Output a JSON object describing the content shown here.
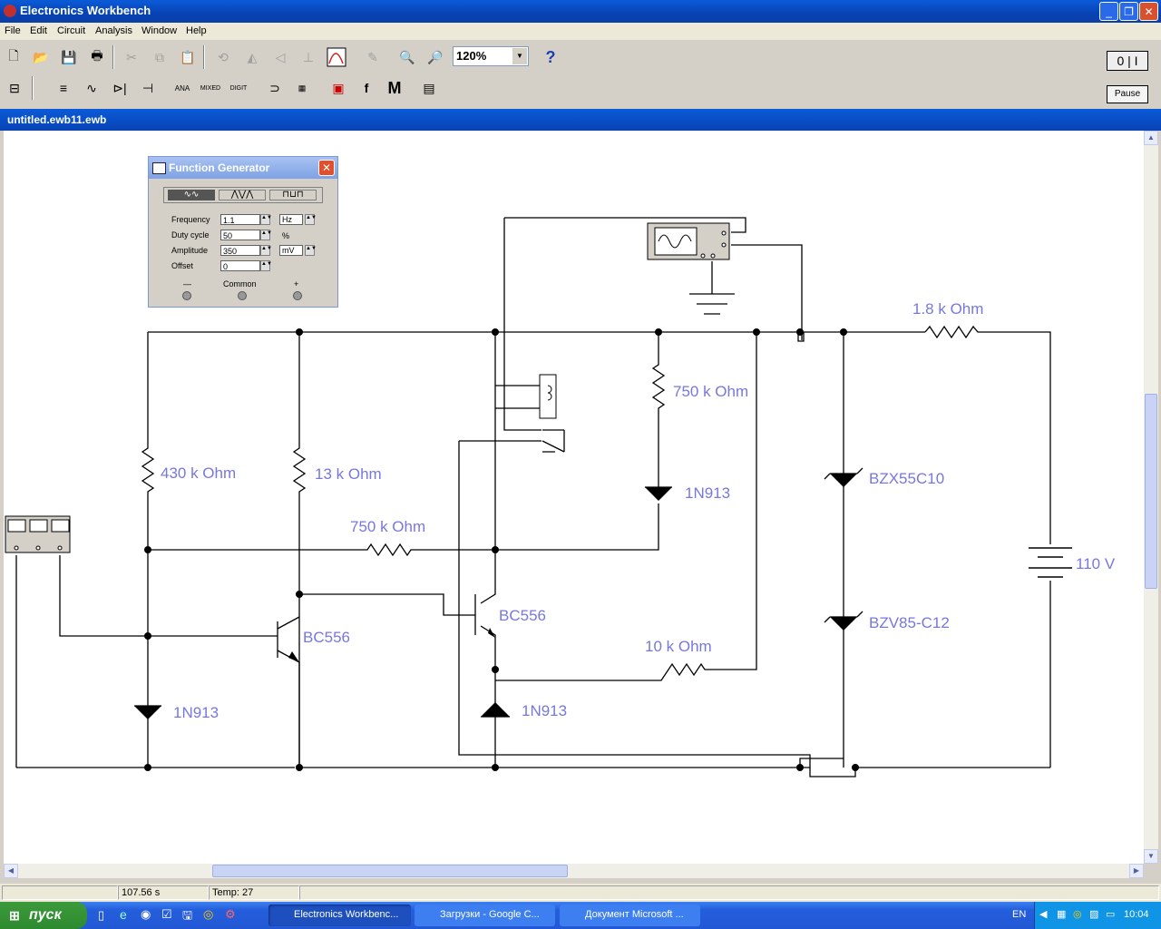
{
  "app": {
    "title": "Electronics Workbench"
  },
  "menu": [
    "File",
    "Edit",
    "Circuit",
    "Analysis",
    "Window",
    "Help"
  ],
  "toolbar": {
    "zoom": "120%",
    "help": "?",
    "pause": "Pause"
  },
  "document": {
    "title": "untitled.ewb11.ewb"
  },
  "function_generator": {
    "title": "Function Generator",
    "frequency_label": "Frequency",
    "frequency": "1.1",
    "frequency_unit": "Hz",
    "duty_label": "Duty cycle",
    "duty": "50",
    "duty_unit": "%",
    "amplitude_label": "Amplitude",
    "amplitude": "350",
    "amplitude_unit": "mV",
    "offset_label": "Offset",
    "offset": "0",
    "minus": "—",
    "common": "Common",
    "plus": "+"
  },
  "components": {
    "r1": "430 k Ohm",
    "r2": "13 k Ohm",
    "r3": "750 k Ohm",
    "r4": "750 k Ohm",
    "r5": "10 k Ohm",
    "r6": "1.8 k Ohm",
    "d1": "1N913",
    "d2": "1N913",
    "d3": "1N913",
    "z1": "BZX55C10",
    "z2": "BZV85-C12",
    "q1": "BC556",
    "q2": "BC556",
    "battery": "110 V"
  },
  "status": {
    "time": "107.56 s",
    "temp": "Temp: 27"
  },
  "taskbar": {
    "start": "пуск",
    "tasks": [
      "Electronics Workbenc...",
      "Загрузки - Google C...",
      "Документ Microsoft ..."
    ],
    "lang": "EN",
    "clock": "10:04"
  },
  "colors": {
    "wire": "#000000",
    "label": "#7777dd",
    "titlebar": "#0a5bd8",
    "taskbar": "#245edb"
  }
}
